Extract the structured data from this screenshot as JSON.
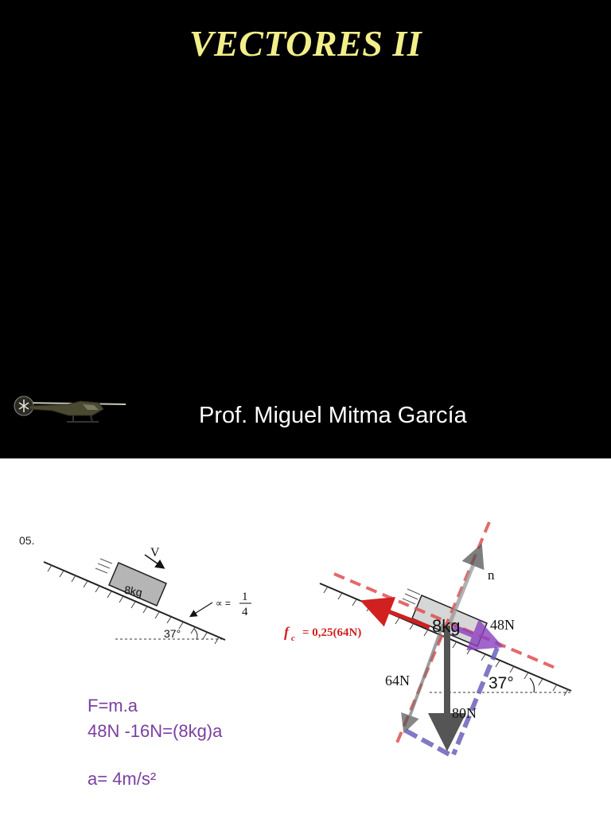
{
  "slide1": {
    "title": "VECTORES II",
    "author": "Prof. Miguel Mitma García",
    "colors": {
      "title": "#f2ef8a",
      "background": "#000000",
      "author": "#ffffff"
    },
    "image": "helicopter"
  },
  "slide2": {
    "problem_number": "05.",
    "small_diagram": {
      "velocity_label": "V",
      "mass_label": "8kg",
      "mu_label": "∝ =",
      "mu_numerator": "1",
      "mu_denominator": "4",
      "angle_label": "37°"
    },
    "big_diagram": {
      "normal_label": "n",
      "mass_label": "8kg",
      "component_label": "48N",
      "friction_label": "f",
      "friction_subscript": "c",
      "friction_value": "= 0,25(64N)",
      "perp_label": "64N",
      "weight_label": "80N",
      "angle_label": "37°",
      "colors": {
        "friction": "#d12020",
        "normal_axis": "#e05050",
        "component_box": "#6a62b8",
        "weight": "#555555",
        "slope_arrow": "#8a3fc0"
      }
    },
    "equations": {
      "line1": "F=m.a",
      "line2": "48N -16N=(8kg)a",
      "line3": "a= 4m/s²",
      "color": "#7a3fa0"
    }
  }
}
